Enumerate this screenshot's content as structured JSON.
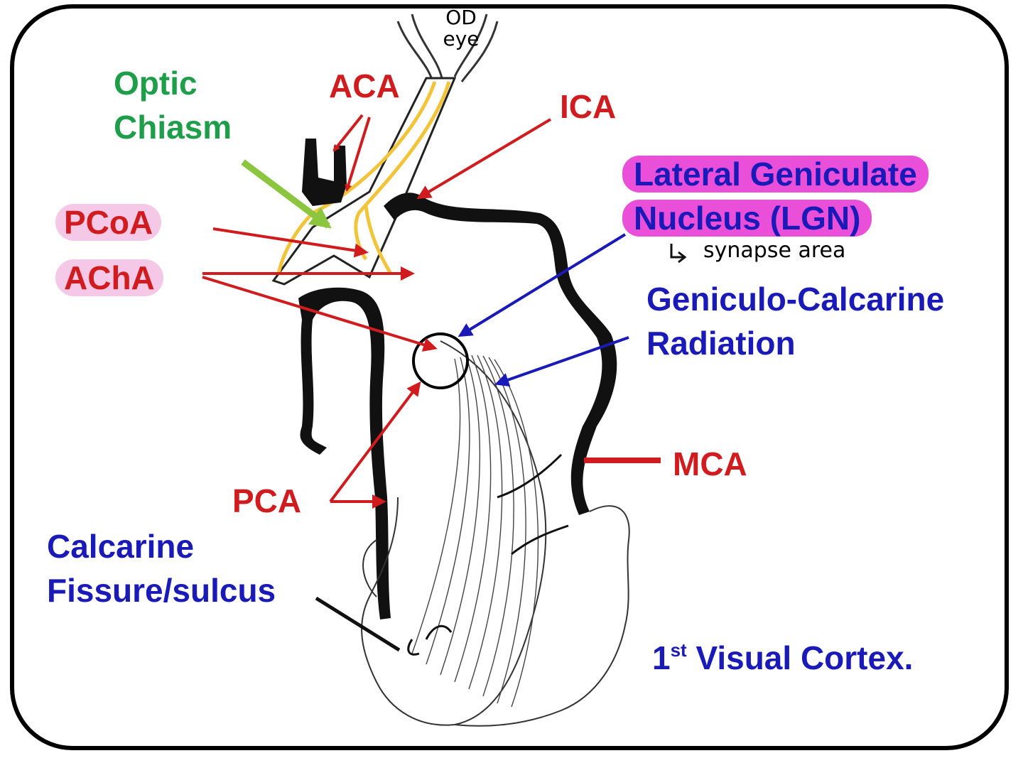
{
  "labels": {
    "od_eye_line1": "OD",
    "od_eye_line2": "eye",
    "optic_chiasm_line1": "Optic",
    "optic_chiasm_line2": "Chiasm",
    "aca": "ACA",
    "ica": "ICA",
    "pcoa": "PCoA",
    "acha": "AChA",
    "lgn_line1": "Lateral Geniculate",
    "lgn_line2": "Nucleus (LGN)",
    "synapse_note": "synapse area",
    "radiation_line1": "Geniculo-Calcarine",
    "radiation_line2": "Radiation",
    "mca": "MCA",
    "pca": "PCA",
    "calcarine_line1": "Calcarine",
    "calcarine_line2": "Fissure/sulcus",
    "cortex_prefix": "1",
    "cortex_sup": "st",
    "cortex_suffix": " Visual Cortex."
  },
  "colors": {
    "artery_label": "#d01c1f",
    "optic_label": "#1f9e4a",
    "neural_label": "#1a1ab8",
    "pill_light": "#f4c8e6",
    "pill_strong": "#e94fd8",
    "optic_tract": "#f2c43a"
  }
}
